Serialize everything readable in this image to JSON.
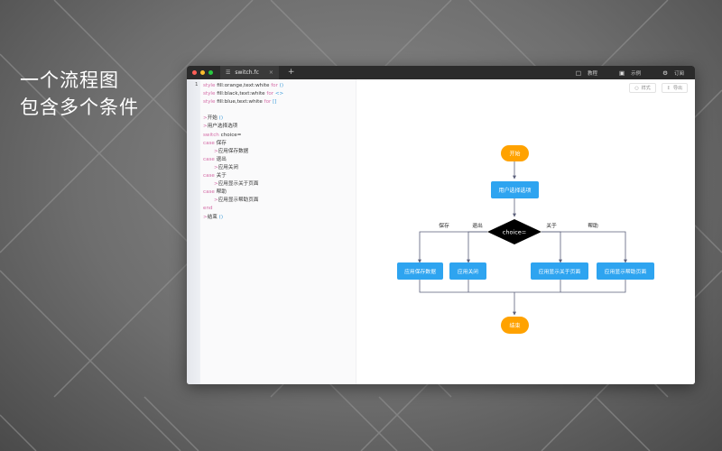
{
  "headline": {
    "line1": "一个流程图",
    "line2": "包含多个条件"
  },
  "window": {
    "tab": {
      "icon": "file-code-icon",
      "label": "switch.fc",
      "close": "×"
    },
    "add_tab": "+",
    "toolbar": [
      {
        "icon": "book-icon",
        "label": "教程"
      },
      {
        "icon": "example-icon",
        "label": "示例"
      },
      {
        "icon": "gear-icon",
        "label": "订阅"
      }
    ],
    "traffic_colors": [
      "#ff5f57",
      "#febc2e",
      "#28c840"
    ]
  },
  "editor": {
    "line_number": "1",
    "lines": [
      {
        "kw": "style",
        "text": " fill:orange,text:white ",
        "kw2": "for",
        "brace": " ()"
      },
      {
        "kw": "style",
        "text": " fill:black,text:white ",
        "kw2": "for",
        "brace": " <>"
      },
      {
        "kw": "style",
        "text": " fill:blue,text:white ",
        "kw2": "for",
        "brace": " []"
      },
      {
        "blank": true
      },
      {
        "arrow": ">",
        "text": "开始 ",
        "brace": "()"
      },
      {
        "arrow": ">",
        "text": "用户选择选项"
      },
      {
        "kw": "switch",
        "text": " choice="
      },
      {
        "kw": "case",
        "text": " 保存"
      },
      {
        "indent": true,
        "arrow": ">",
        "text": "应用保存数据"
      },
      {
        "kw": "case",
        "text": " 退出"
      },
      {
        "indent": true,
        "arrow": ">",
        "text": "应用关闭"
      },
      {
        "kw": "case",
        "text": " 关于"
      },
      {
        "indent": true,
        "arrow": ">",
        "text": "应用显示关于页面"
      },
      {
        "kw": "case",
        "text": " 帮助"
      },
      {
        "indent": true,
        "arrow": ">",
        "text": "应用显示帮助页面"
      },
      {
        "kw": "end"
      },
      {
        "arrow": ">",
        "text": "结束 ",
        "brace": "()"
      }
    ]
  },
  "canvas": {
    "tools": [
      {
        "icon": "style-icon",
        "label": "样式"
      },
      {
        "icon": "export-icon",
        "label": "导出"
      }
    ],
    "flow": {
      "start": "开始",
      "process": "用户选择选项",
      "decision": "choice=",
      "branches": [
        {
          "label": "保存",
          "action": "应用保存数据"
        },
        {
          "label": "退出",
          "action": "应用关闭"
        },
        {
          "label": "关于",
          "action": "应用显示关于页面"
        },
        {
          "label": "帮助",
          "action": "应用显示帮助页面"
        }
      ],
      "end": "结束",
      "colors": {
        "terminal": "#ffa200",
        "process": "#2ea4f0",
        "decision": "#000000",
        "line": "#5a5f7a"
      }
    }
  }
}
